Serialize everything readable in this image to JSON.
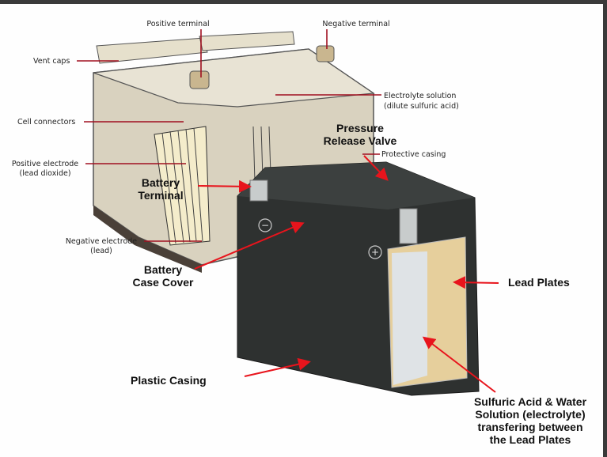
{
  "labels": {
    "positive_terminal": "Positive terminal",
    "negative_terminal": "Negative terminal",
    "vent_caps": "Vent caps",
    "electrolyte_1": "Electrolyte solution",
    "electrolyte_2": "(dilute sulfuric acid)",
    "cell_connectors": "Cell connectors",
    "pressure_valve_1": "Pressure",
    "pressure_valve_2": "Release Valve",
    "protective_casing": "Protective casing",
    "positive_electrode_1": "Positive electrode",
    "positive_electrode_2": "(lead dioxide)",
    "battery_terminal_1": "Battery",
    "battery_terminal_2": "Terminal",
    "negative_electrode_1": "Negative electrode",
    "negative_electrode_2": "(lead)",
    "case_cover_1": "Battery",
    "case_cover_2": "Case Cover",
    "lead_plates": "Lead Plates",
    "plastic_casing": "Plastic Casing",
    "sulfuric_1": "Sulfuric Acid & Water",
    "sulfuric_2": "Solution (electrolyte)",
    "sulfuric_3": "transfering between",
    "sulfuric_4": "the Lead Plates"
  },
  "terminal_symbols": {
    "negative": "−",
    "positive": "+"
  },
  "colors": {
    "leader": "#a01020",
    "arrow": "#e8141c",
    "casing": "#2e3130",
    "beige": "#d9d2bf",
    "plates": "#e6cf9c"
  }
}
